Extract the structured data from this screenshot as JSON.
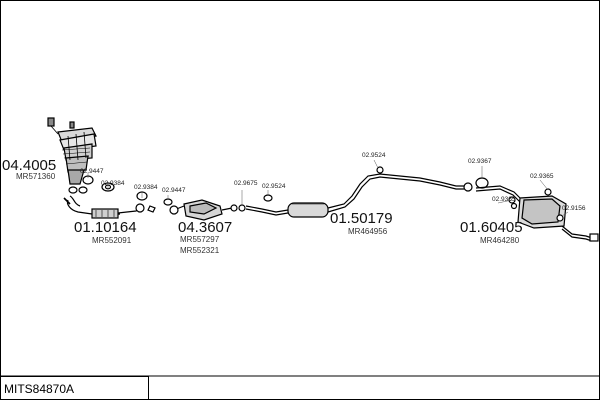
{
  "diagram": {
    "title": "MITS84870A",
    "parts": [
      {
        "id": "front-manifold",
        "part_no": "04.4005",
        "ref": "MR571360"
      },
      {
        "id": "front-pipe",
        "part_no": "01.10164",
        "ref": "MR552091"
      },
      {
        "id": "catalyst",
        "part_no": "04.3607",
        "ref_1": "MR557297",
        "ref_2": "MR552321"
      },
      {
        "id": "middle-silencer",
        "part_no": "01.50179",
        "ref": "MR464956"
      },
      {
        "id": "rear-silencer",
        "part_no": "01.60405",
        "ref": "MR464280"
      }
    ],
    "clamps": [
      {
        "id": "clamp-1",
        "label": "02.9447"
      },
      {
        "id": "clamp-2",
        "label": "02.9384"
      },
      {
        "id": "clamp-3",
        "label": "02.9384"
      },
      {
        "id": "clamp-4",
        "label": "02.9447"
      },
      {
        "id": "clamp-5",
        "label": "02.9675"
      },
      {
        "id": "clamp-6",
        "label": "02.9524"
      },
      {
        "id": "clamp-7",
        "label": "02.9524"
      },
      {
        "id": "clamp-8",
        "label": "02.9367"
      },
      {
        "id": "clamp-9",
        "label": "02.9365"
      },
      {
        "id": "clamp-10",
        "label": "02.9365"
      },
      {
        "id": "clamp-11",
        "label": "02.9156"
      }
    ]
  }
}
